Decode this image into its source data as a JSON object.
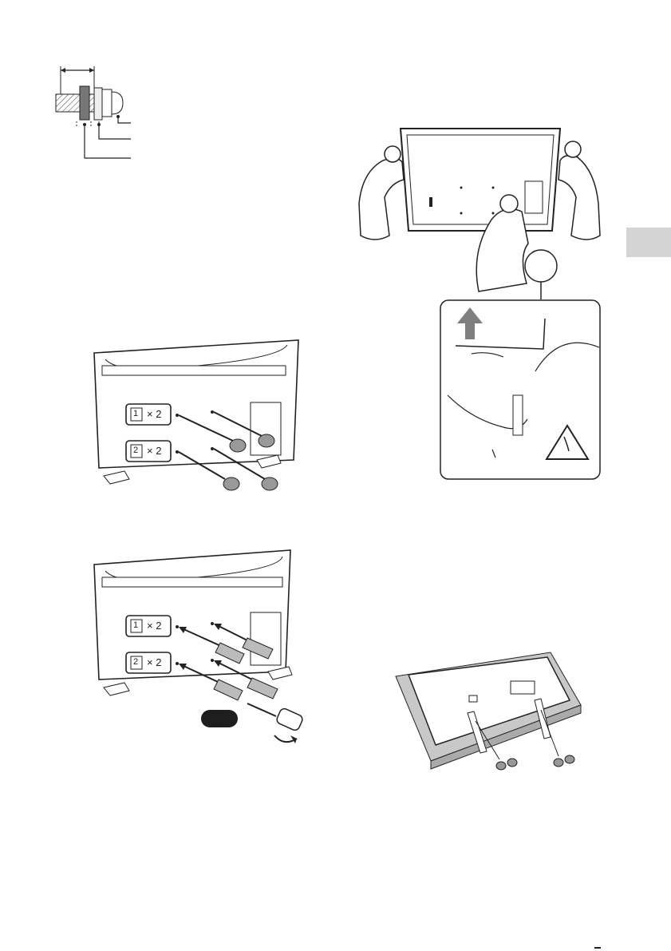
{
  "screw_callouts": {
    "top": {
      "label_a": "1",
      "label_b": "2",
      "count": "× 2"
    }
  },
  "fig_install_bracket": {
    "screw_a_label": "1",
    "screw_a_count": "× 2",
    "screw_b_label": "2",
    "screw_b_count": "× 2"
  },
  "fig_install_screws": {
    "screw_a_label": "1",
    "screw_a_count": "× 2",
    "screw_b_label": "2",
    "screw_b_count": "× 2"
  },
  "section_tab": {
    "color": "#d4d4d4"
  },
  "colors": {
    "line": "#222222",
    "panel_gray": "#c8c8c8",
    "arrow_gray": "#7f7f7f",
    "pill_black": "#1e1e1e"
  }
}
